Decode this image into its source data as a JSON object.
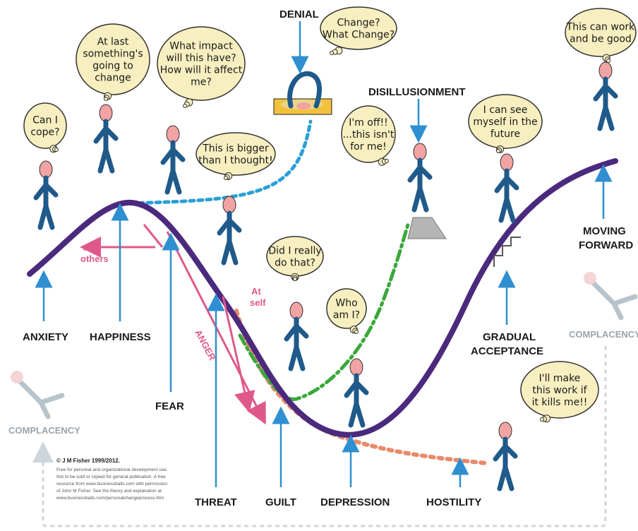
{
  "colors": {
    "curve": "#4b2a7e",
    "stage_arrow": "#2f8fd0",
    "denial_path": "#2a9fd8",
    "disillusion_path": "#3aa83a",
    "hostility_path": "#e88a6a",
    "anger": "#e0588a",
    "bubble_fill": "#f7efc0",
    "figure_body": "#1f5a8a",
    "figure_head": "#f2a3a3",
    "complacency": "#b8c4cc"
  },
  "stages": {
    "anxiety": "ANXIETY",
    "happiness": "HAPPINESS",
    "fear": "FEAR",
    "threat": "THREAT",
    "guilt": "GUILT",
    "depression": "DEPRESSION",
    "hostility": "HOSTILITY",
    "gradual_acceptance_line1": "GRADUAL",
    "gradual_acceptance_line2": "ACCEPTANCE",
    "moving_forward_line1": "MOVING",
    "moving_forward_line2": "FORWARD",
    "denial": "DENIAL",
    "disillusionment": "DISILLUSIONMENT"
  },
  "complacency": {
    "left": "COMPLACENCY",
    "right": "COMPLACENCY"
  },
  "anger": {
    "label": "ANGER",
    "at_others_line1": "At",
    "at_others_line2": "others",
    "at_self_line1": "At",
    "at_self_line2": "self"
  },
  "bubbles": {
    "cope": [
      "Can I",
      "cope?"
    ],
    "at_last": [
      "At last",
      "something's",
      "going to",
      "change"
    ],
    "impact": [
      "What impact",
      "will this have?",
      "How will it affect",
      "me?"
    ],
    "bigger": [
      "This is bigger",
      "than I thought!"
    ],
    "change": [
      "Change?",
      "What Change?"
    ],
    "off": [
      "I'm off!!",
      "...this isn't",
      "for me!"
    ],
    "did_i": [
      "Did I really",
      "do that?"
    ],
    "who_am_i": [
      "Who",
      "am I?"
    ],
    "see_future": [
      "I can see",
      "myself in the",
      "future"
    ],
    "can_work": [
      "This can work",
      "and be good"
    ],
    "make_work": [
      "I'll make",
      "this work if",
      "it kills me!!"
    ]
  },
  "copyright": {
    "head": "© J M Fisher 1999/2012.",
    "lines": [
      "Free for personal and organizational development use.",
      "Not to be sold or copied for general publication. A free",
      "resource from www.businessballs.com with permission",
      "of John M Fisher. See the theory and explanation at",
      "www.businessballs.com/personalchangeprocess.htm"
    ]
  }
}
